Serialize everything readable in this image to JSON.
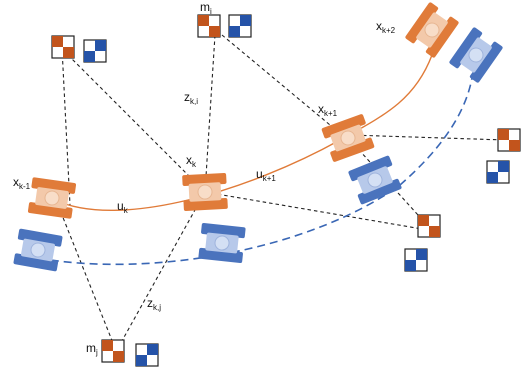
{
  "labels": {
    "x_km1": {
      "base": "x",
      "sub": "k-1"
    },
    "x_k": {
      "base": "x",
      "sub": "k"
    },
    "x_kp1": {
      "base": "x",
      "sub": "k+1"
    },
    "x_kp2": {
      "base": "x",
      "sub": "k+2"
    },
    "u_k": {
      "base": "u",
      "sub": "k"
    },
    "u_kp1": {
      "base": "u",
      "sub": "k+1"
    },
    "z_ki": {
      "base": "z",
      "sub": "k,i"
    },
    "z_kj": {
      "base": "z",
      "sub": "k,j"
    },
    "m_i": {
      "base": "m",
      "sub": "i"
    },
    "m_j": {
      "base": "m",
      "sub": "j"
    }
  },
  "colors": {
    "estimate": "#e07b39",
    "estimate_light": "#f3c9aa",
    "truth": "#3a67b5",
    "truth_light": "#b7c9ea",
    "landmark_estimate": "#c2541c",
    "landmark_truth": "#2553a8",
    "observation": "#222222"
  },
  "legend_icons": [
    "robot-pose-estimate-icon",
    "robot-pose-true-icon",
    "landmark-estimate-icon",
    "landmark-true-icon"
  ]
}
